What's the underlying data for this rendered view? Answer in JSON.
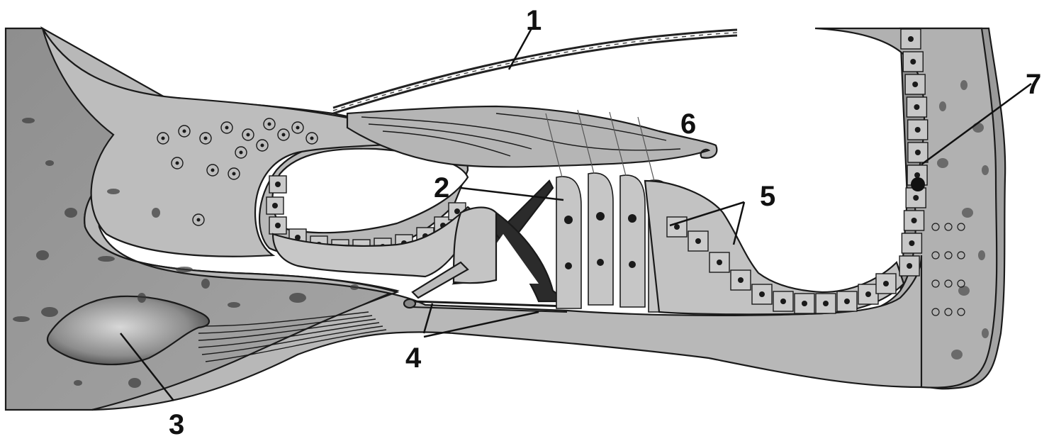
{
  "figure": {
    "callouts": [
      {
        "id": "1",
        "text": "1"
      },
      {
        "id": "2",
        "text": "2"
      },
      {
        "id": "3",
        "text": "3"
      },
      {
        "id": "4",
        "text": "4"
      },
      {
        "id": "5",
        "text": "5"
      },
      {
        "id": "6",
        "text": "6"
      },
      {
        "id": "7",
        "text": "7"
      }
    ]
  },
  "colors": {
    "bone": "#9b9b9b",
    "tissue": "#b9b9b9",
    "cell": "#c9c9c9",
    "dark": "#2a2a2a",
    "background": "#ffffff"
  }
}
